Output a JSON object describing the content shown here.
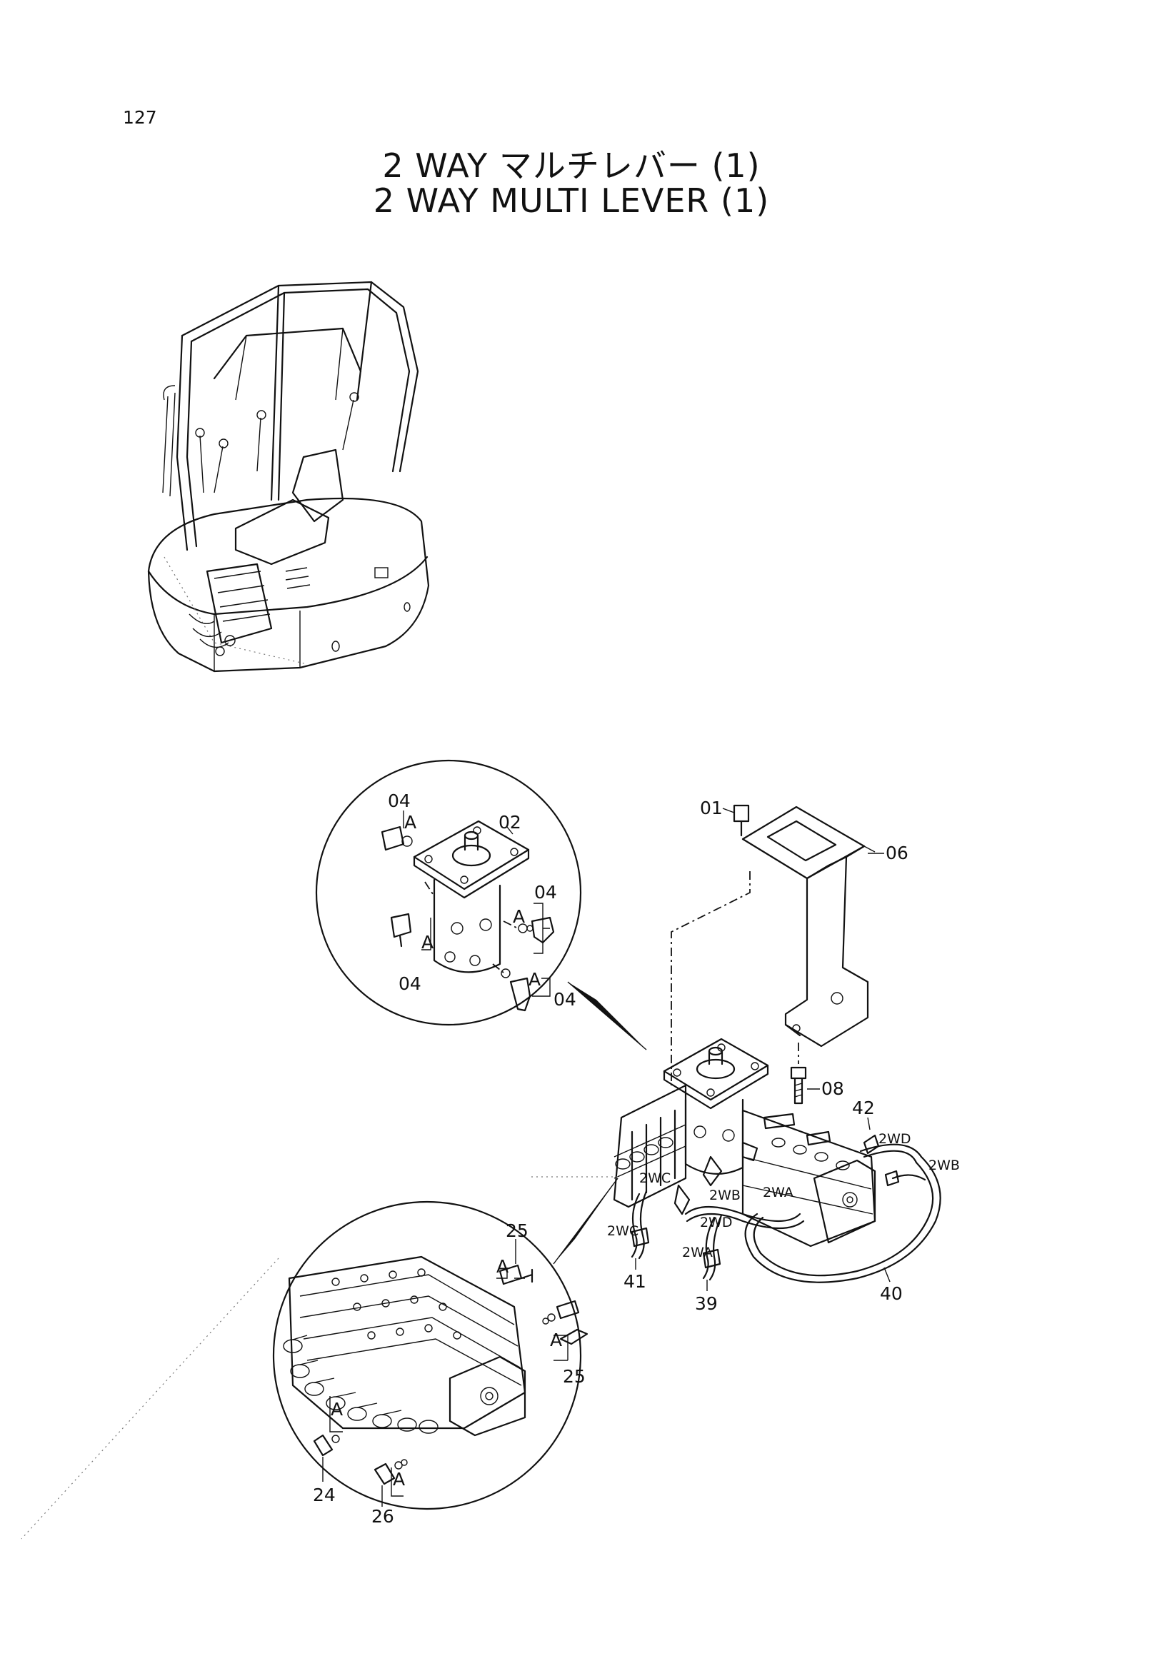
{
  "page_number": "127",
  "title_jp": "2 WAY マルチレバー (1)",
  "title_en": "2 WAY MULTI LEVER (1)",
  "callouts": {
    "c01": "01",
    "c02": "02",
    "c04a": "04",
    "c04b": "04",
    "c04c": "04",
    "c04d": "04",
    "c06": "06",
    "c08": "08",
    "c24": "24",
    "c25a": "25",
    "c25b": "25",
    "c26": "26",
    "c39": "39",
    "c40": "40",
    "c41": "41",
    "c42": "42"
  },
  "section_marks": {
    "a1": "A",
    "a2": "A",
    "a3": "A",
    "a4": "A",
    "a5": "A",
    "a6": "A",
    "a7": "A",
    "a8": "A"
  },
  "hose_tags": {
    "wd1": "2WD",
    "wb1": "2WB",
    "wc1": "2WC",
    "wb2": "2WB",
    "wa1": "2WA",
    "wc2": "2WC",
    "wd2": "2WD",
    "wa2": "2WA"
  },
  "icons": [
    "excavator-overview-icon",
    "rotary-valve-icon",
    "bracket-icon",
    "control-valve-icon"
  ]
}
